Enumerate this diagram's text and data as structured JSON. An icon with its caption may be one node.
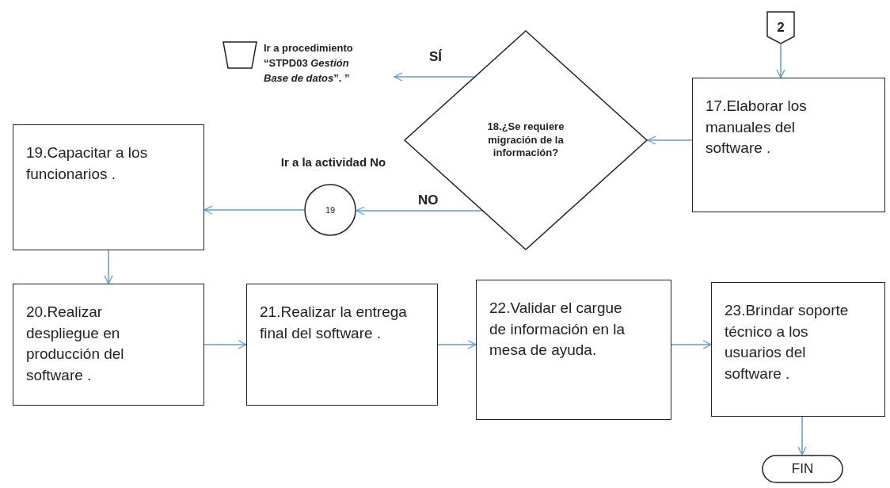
{
  "diagram": {
    "nodes": [
      {
        "text": [
          "2"
        ]
      },
      {
        "text": [
          "17.Elaborar los manuales del software ."
        ]
      },
      {
        "text": [
          "18.¿Se requiere migración de la información?"
        ]
      },
      {
        "text": [],
        "shape": "trapezoid",
        "beside": [
          "Ir a procedimiento “STPD03 *Gestión Base de datos*”. ”"
        ]
      },
      {
        "text": [
          "19"
        ],
        "beside": [
          "Ir a la actividad No"
        ]
      },
      {
        "text": [
          "19.Capacitar a los funcionarios ."
        ]
      },
      {
        "text": [
          "20.Realizar despliegue en producción del software ."
        ]
      },
      {
        "text": [
          "21.Realizar la entrega final del software ."
        ]
      },
      {
        "text": [
          "22.Validar el cargue de información en la mesa de ayuda."
        ]
      },
      {
        "text": [
          "23.Brindar soporte técnico a los usuarios del software ."
        ]
      },
      {
        "text": [
          "FIN"
        ]
      }
    ],
    "edges": [
      {
        "from": 0,
        "to": 1,
        "arrow": "to"
      },
      {
        "from": 1,
        "to": 2,
        "arrow": "to"
      },
      {
        "from": 2,
        "to": 3,
        "arrow": "to",
        "label": "SÍ"
      },
      {
        "from": 2,
        "to": 4,
        "arrow": "to",
        "label": "NO"
      },
      {
        "from": 4,
        "to": 5,
        "arrow": "to"
      },
      {
        "from": 5,
        "to": 6,
        "arrow": "to"
      },
      {
        "from": 6,
        "to": 7,
        "arrow": "to"
      },
      {
        "from": 7,
        "to": 8,
        "arrow": "to"
      },
      {
        "from": 8,
        "to": 9,
        "arrow": "to"
      },
      {
        "from": 9,
        "to": 10,
        "arrow": "to"
      }
    ]
  }
}
